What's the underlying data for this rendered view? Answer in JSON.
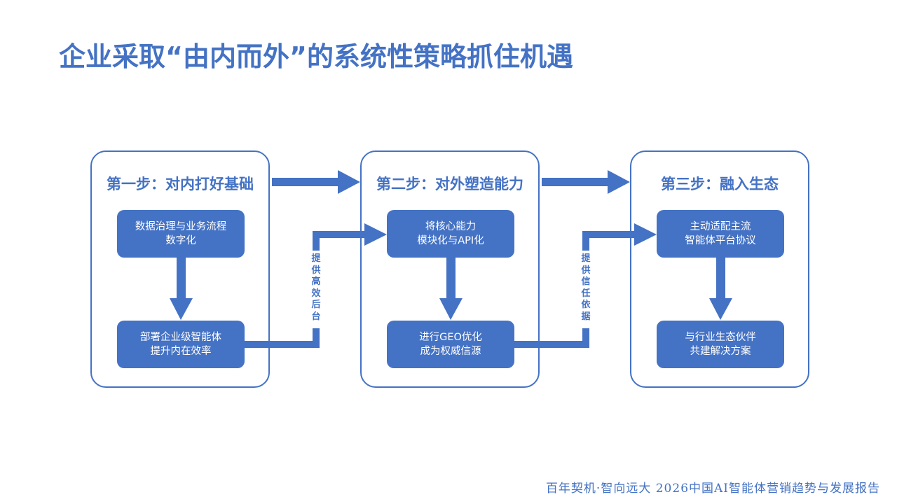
{
  "title": "企业采取“由内而外”的系统性策略抓住机遇",
  "colors": {
    "accent": "#4472c4",
    "node_text": "#ffffff",
    "background": "#ffffff"
  },
  "steps": [
    {
      "title": "第一步：对内打好基础",
      "nodes": [
        {
          "lines": [
            "数据治理与业务流程",
            "数字化"
          ]
        },
        {
          "lines": [
            "部署企业级智能体",
            "提升内在效率"
          ]
        }
      ]
    },
    {
      "title": "第二步：对外塑造能力",
      "nodes": [
        {
          "lines": [
            "将核心能力",
            "模块化与API化"
          ]
        },
        {
          "lines": [
            "进行GEO优化",
            "成为权威信源"
          ]
        }
      ]
    },
    {
      "title": "第三步：融入生态",
      "nodes": [
        {
          "lines": [
            "主动适配主流",
            "智能体平台协议"
          ]
        },
        {
          "lines": [
            "与行业生态伙伴",
            "共建解决方案"
          ]
        }
      ]
    }
  ],
  "connectors": [
    {
      "label": "提供高效后台"
    },
    {
      "label": "提供信任依据"
    }
  ],
  "footer": "百年契机·智向远大  2026中国AI智能体营销趋势与发展报告"
}
